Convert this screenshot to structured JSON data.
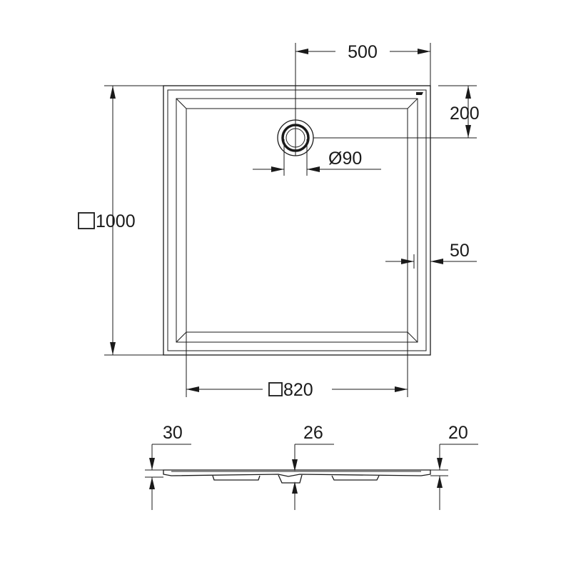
{
  "drawing": {
    "plan": {
      "dim_width_offset": "500",
      "dim_depth_offset": "200",
      "dim_drain_diameter": "Ø90",
      "dim_overall_size": "1000",
      "dim_rim_width": "50",
      "dim_inner_size": "820"
    },
    "section": {
      "dim_total_height": "30",
      "dim_drain_height": "26",
      "dim_rim_height": "20"
    }
  }
}
